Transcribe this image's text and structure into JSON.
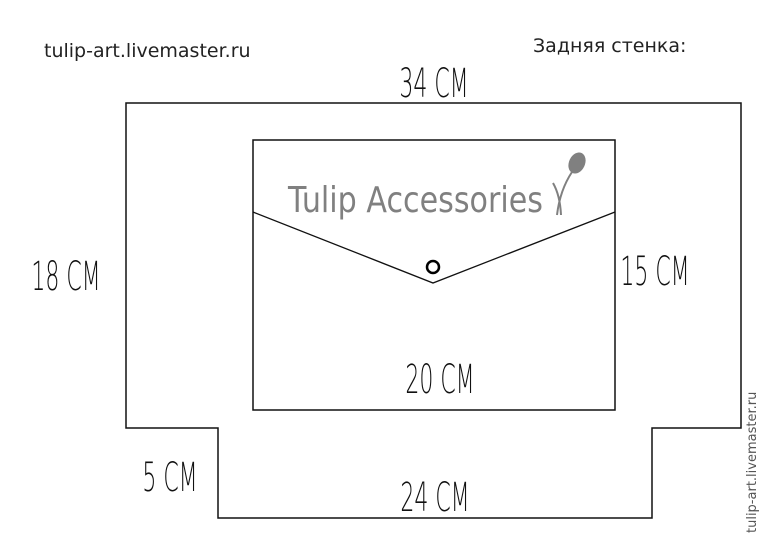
{
  "header": {
    "site": "tulip-art.livemaster.ru",
    "title": "Задняя стенка:"
  },
  "logo": {
    "text": "Tulip Accessories"
  },
  "dimensions": {
    "top_width": "34 CM",
    "left_height": "18 CM",
    "right_height": "15 CM",
    "pocket_width": "20 CM",
    "bottom_step": "5 CM",
    "bottom_width": "24 CM"
  },
  "watermark": "tulip-art.livemaster.ru",
  "colors": {
    "line": "#111111",
    "logo": "#808080"
  }
}
